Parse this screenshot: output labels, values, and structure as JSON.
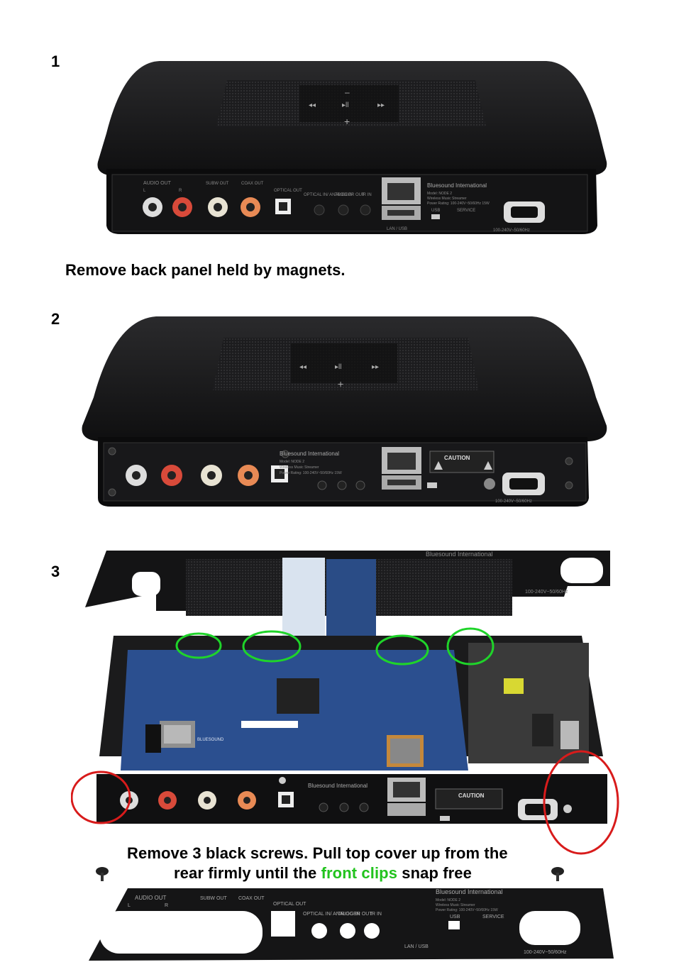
{
  "steps": [
    {
      "number": "1",
      "caption": "Remove back panel held by magnets."
    },
    {
      "number": "2"
    },
    {
      "number": "3",
      "caption_line1": "Remove 3 black screws. Pull top cover up from the",
      "caption_line2_pre": "rear firmly until the ",
      "caption_line2_highlight": "front clips",
      "caption_line2_post": " snap free"
    }
  ],
  "device_labels": {
    "audio_out": "AUDIO OUT",
    "l": "L",
    "r": "R",
    "subw_out": "SUBW OUT",
    "coax_out": "COAX OUT",
    "optical_out": "OPTICAL OUT",
    "optical_analog_in": "OPTICAL IN/ ANALOG IN",
    "trigger_out": "TRIGGER OUT",
    "ir_in": "IR IN",
    "lan_usb": "LAN / USB",
    "usb": "USB",
    "service": "SERVICE",
    "brand": "Bluesound International",
    "model": "Model: NODE 2",
    "product": "Wireless Music Streamer",
    "power_rating": "Power Rating: 100-240V~50/60Hz 15W",
    "voltage": "100-240V~50/60Hz",
    "caution": "CAUTION",
    "board_brand": "BLUESOUND"
  },
  "colors": {
    "highlight_green": "#22c31e",
    "circle_green": "#1fd42a",
    "circle_red": "#d81b1b"
  }
}
